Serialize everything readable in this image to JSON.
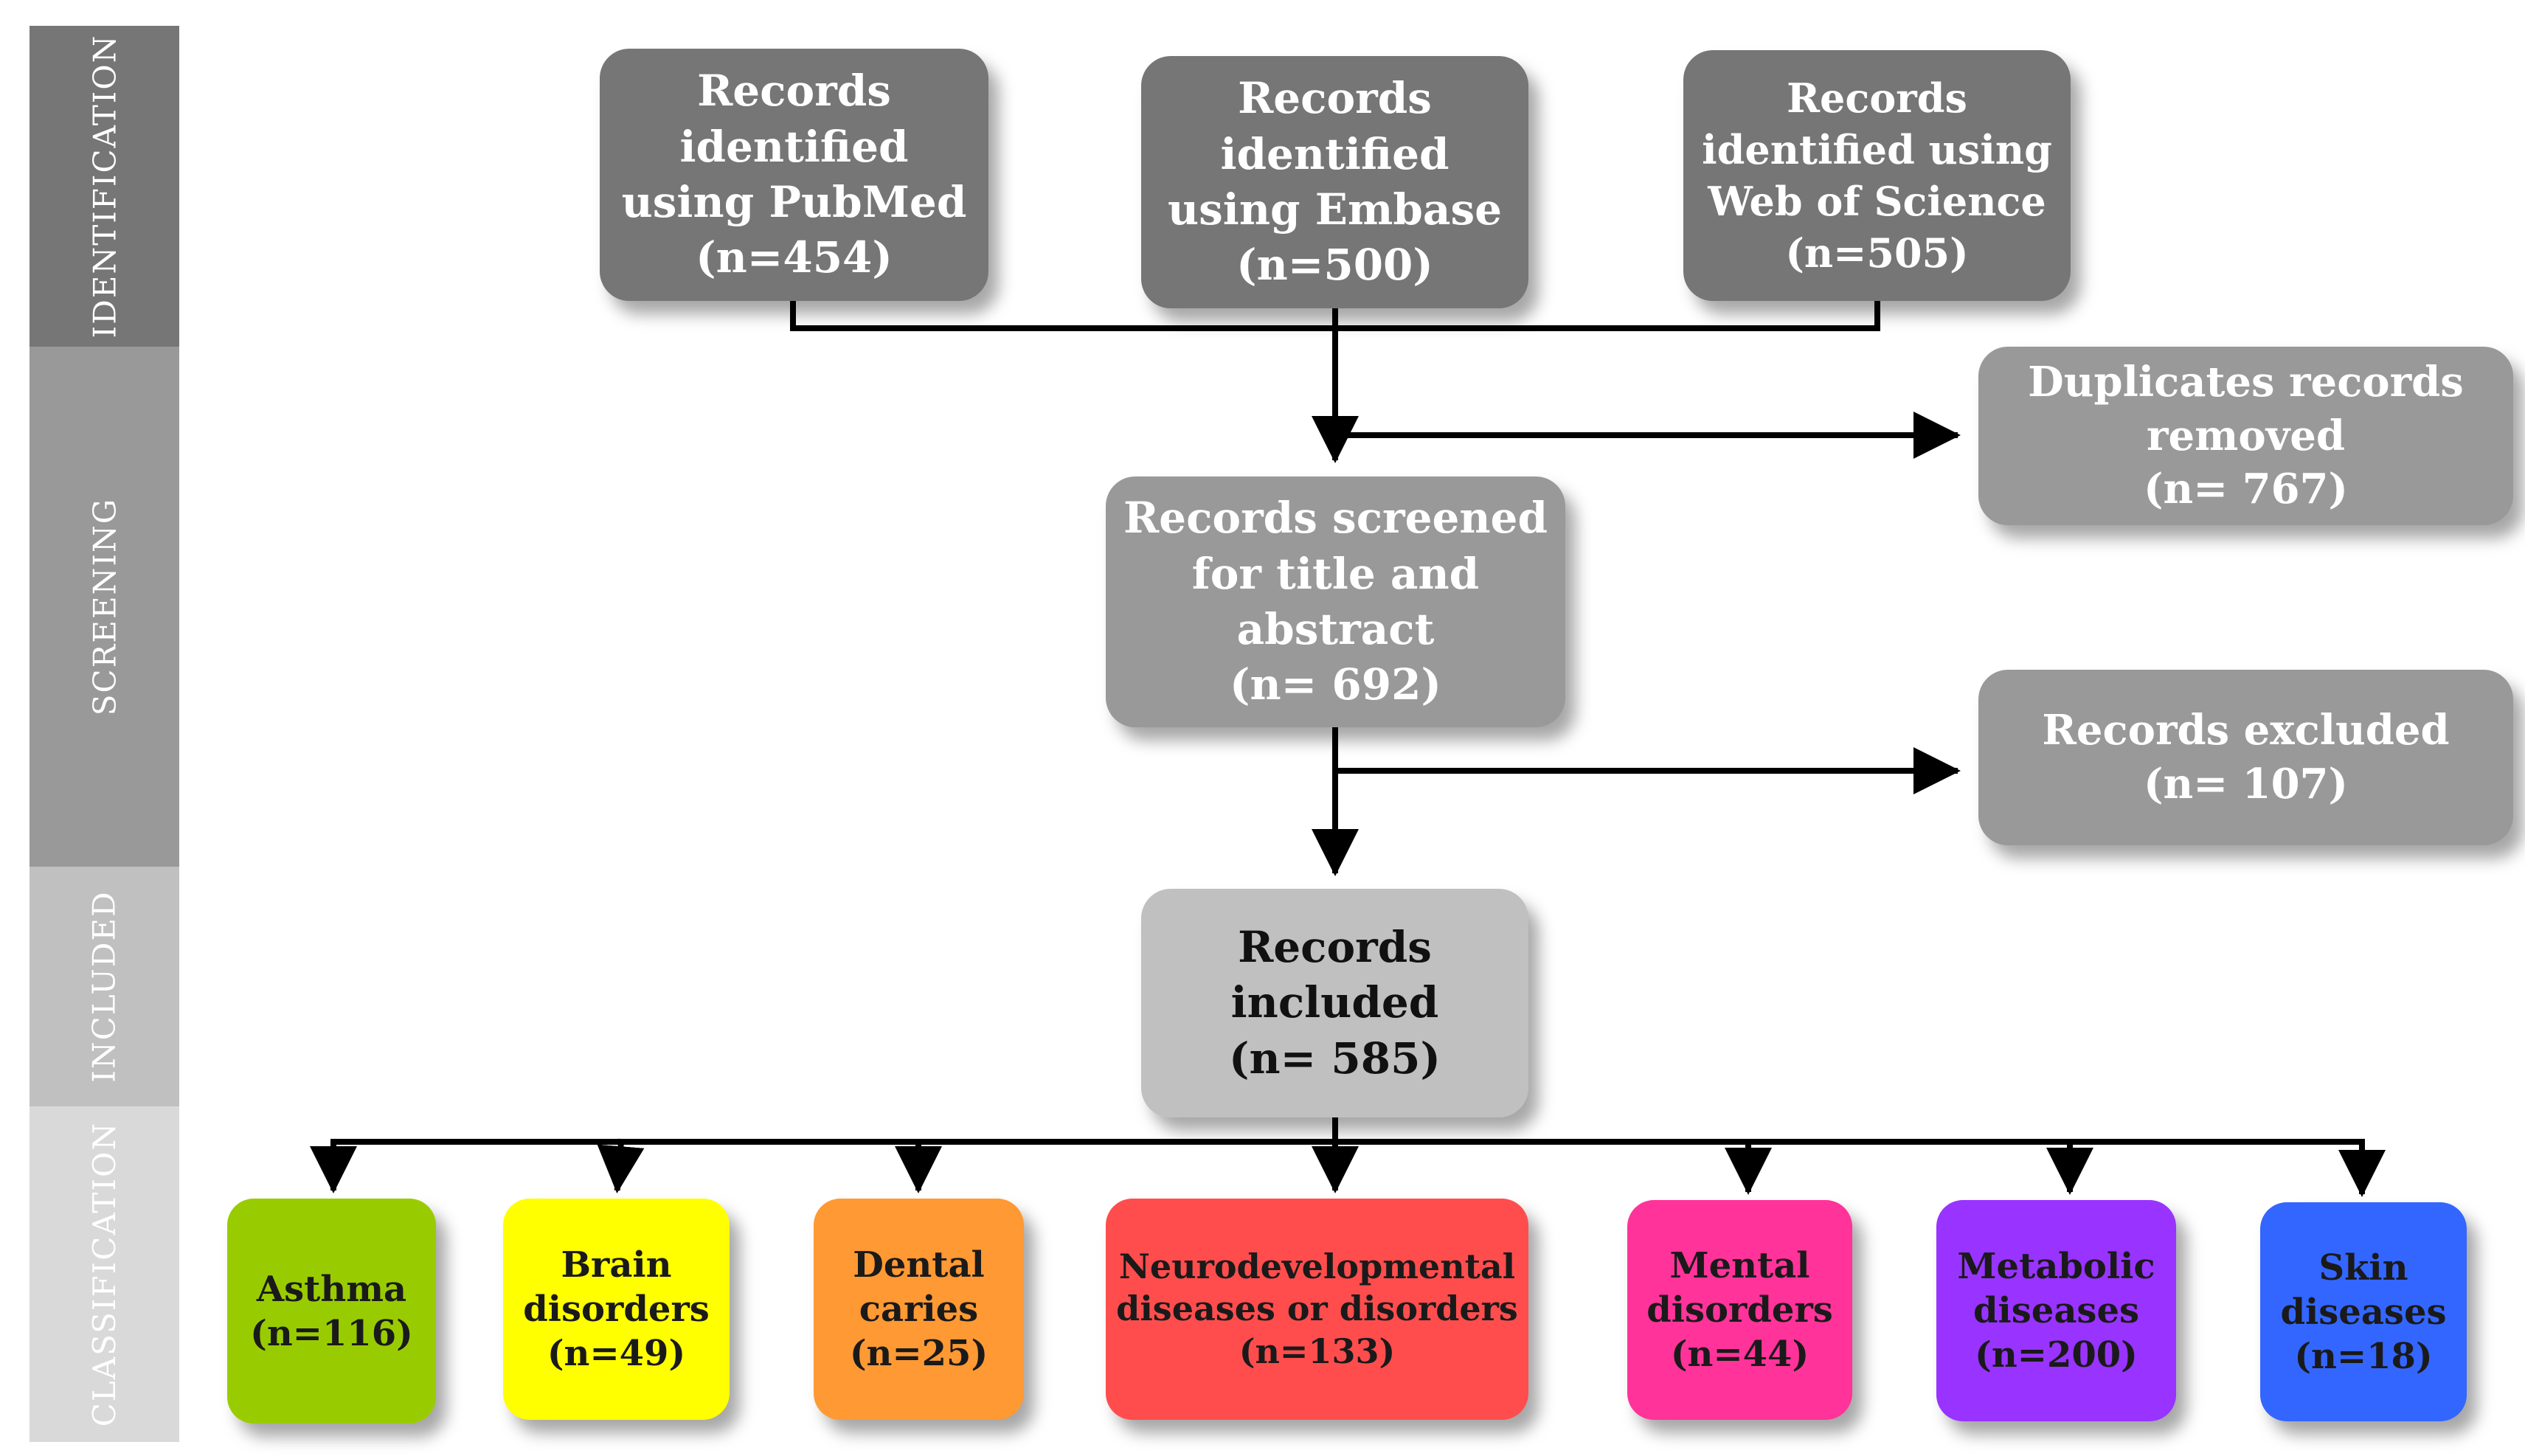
{
  "stages": {
    "identification": "IDENTIFICATION",
    "screening": "SCREENING",
    "included": "INCLUDED",
    "classification": "CLASSIFICATION"
  },
  "identification": {
    "pubmed": {
      "lines": [
        "Records",
        "identified",
        "using PubMed",
        "(n=454)"
      ]
    },
    "embase": {
      "lines": [
        "Records",
        "identified",
        "using Embase",
        "(n=500)"
      ]
    },
    "wos": {
      "lines": [
        "Records",
        "identified using",
        "Web of Science",
        "(n=505)"
      ]
    }
  },
  "duplicates": {
    "lines": [
      "Duplicates records",
      "removed",
      "(n= 767)"
    ]
  },
  "screened": {
    "lines": [
      "Records screened",
      "for title and",
      "abstract",
      "(n= 692)"
    ]
  },
  "excluded": {
    "lines": [
      "Records excluded",
      "(n= 107)"
    ]
  },
  "included": {
    "lines": [
      "Records",
      "included",
      "(n= 585)"
    ]
  },
  "classification": [
    {
      "lines": [
        "Asthma",
        "(n=116)"
      ],
      "color": "#99cc00"
    },
    {
      "lines": [
        "Brain",
        "disorders",
        "(n=49)"
      ],
      "color": "#ffff00"
    },
    {
      "lines": [
        "Dental",
        "caries",
        "(n=25)"
      ],
      "color": "#ff9933"
    },
    {
      "lines": [
        "Neurodevelopmental",
        "diseases or disorders",
        "(n=133)"
      ],
      "color": "#ff4d4d"
    },
    {
      "lines": [
        "Mental",
        "disorders",
        "(n=44)"
      ],
      "color": "#ff3399"
    },
    {
      "lines": [
        "Metabolic",
        "diseases",
        "(n=200)"
      ],
      "color": "#9933ff"
    },
    {
      "lines": [
        "Skin",
        "diseases",
        "(n=18)"
      ],
      "color": "#3366ff"
    }
  ],
  "colors": {
    "stage_identification": "#767676",
    "stage_screening": "#999999",
    "stage_included": "#c0c0c0",
    "stage_classification": "#d9d9d9",
    "connector": "#000000"
  }
}
